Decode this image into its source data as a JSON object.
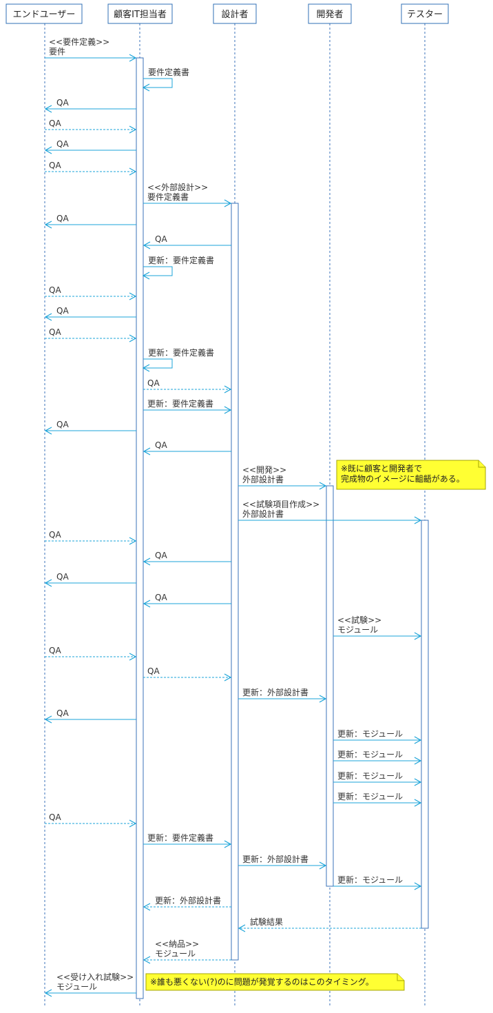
{
  "participants": [
    {
      "id": "user",
      "label": "エンドユーザー"
    },
    {
      "id": "cust",
      "label": "顧客IT担当者"
    },
    {
      "id": "des",
      "label": "設計者"
    },
    {
      "id": "dev",
      "label": "開発者"
    },
    {
      "id": "tst",
      "label": "テスター"
    }
  ],
  "messages": [
    {
      "from": "user",
      "to": "cust",
      "lines": [
        "<<要件定義>>",
        "要件"
      ],
      "style": "solid"
    },
    {
      "from": "cust",
      "to": "cust",
      "lines": [
        "要件定義書"
      ],
      "style": "self"
    },
    {
      "from": "cust",
      "to": "user",
      "lines": [
        "QA"
      ],
      "style": "solid"
    },
    {
      "from": "user",
      "to": "cust",
      "lines": [
        "QA"
      ],
      "style": "dashed"
    },
    {
      "from": "cust",
      "to": "user",
      "lines": [
        "QA"
      ],
      "style": "solid"
    },
    {
      "from": "user",
      "to": "cust",
      "lines": [
        "QA"
      ],
      "style": "dashed"
    },
    {
      "from": "cust",
      "to": "des",
      "lines": [
        "<<外部設計>>",
        "要件定義書"
      ],
      "style": "solid"
    },
    {
      "from": "cust",
      "to": "user",
      "lines": [
        "QA"
      ],
      "style": "solid"
    },
    {
      "from": "des",
      "to": "cust",
      "lines": [
        "QA"
      ],
      "style": "solid"
    },
    {
      "from": "cust",
      "to": "cust",
      "lines": [
        "更新：要件定義書"
      ],
      "style": "self"
    },
    {
      "from": "user",
      "to": "cust",
      "lines": [
        "QA"
      ],
      "style": "dashed"
    },
    {
      "from": "cust",
      "to": "user",
      "lines": [
        "QA"
      ],
      "style": "solid"
    },
    {
      "from": "user",
      "to": "cust",
      "lines": [
        "QA"
      ],
      "style": "dashed"
    },
    {
      "from": "cust",
      "to": "cust",
      "lines": [
        "更新：要件定義書"
      ],
      "style": "self"
    },
    {
      "from": "cust",
      "to": "des",
      "lines": [
        "QA"
      ],
      "style": "dashed"
    },
    {
      "from": "cust",
      "to": "des",
      "lines": [
        "更新：要件定義書"
      ],
      "style": "solid"
    },
    {
      "from": "cust",
      "to": "user",
      "lines": [
        "QA"
      ],
      "style": "solid"
    },
    {
      "from": "des",
      "to": "cust",
      "lines": [
        "QA"
      ],
      "style": "solid"
    },
    {
      "from": "des",
      "to": "dev",
      "lines": [
        "<<開発>>",
        "外部設計書"
      ],
      "style": "solid"
    },
    {
      "from": "des",
      "to": "tst",
      "lines": [
        "<<試験項目作成>>",
        "外部設計書"
      ],
      "style": "solid"
    },
    {
      "from": "user",
      "to": "cust",
      "lines": [
        "QA"
      ],
      "style": "dashed"
    },
    {
      "from": "des",
      "to": "cust",
      "lines": [
        "QA"
      ],
      "style": "solid"
    },
    {
      "from": "cust",
      "to": "user",
      "lines": [
        "QA"
      ],
      "style": "solid"
    },
    {
      "from": "des",
      "to": "cust",
      "lines": [
        "QA"
      ],
      "style": "solid"
    },
    {
      "from": "dev",
      "to": "tst",
      "lines": [
        "<<試験>>",
        "モジュール"
      ],
      "style": "solid"
    },
    {
      "from": "user",
      "to": "cust",
      "lines": [
        "QA"
      ],
      "style": "dashed"
    },
    {
      "from": "cust",
      "to": "des",
      "lines": [
        "QA"
      ],
      "style": "dashed"
    },
    {
      "from": "des",
      "to": "dev",
      "lines": [
        "更新：外部設計書"
      ],
      "style": "solid"
    },
    {
      "from": "cust",
      "to": "user",
      "lines": [
        "QA"
      ],
      "style": "solid"
    },
    {
      "from": "dev",
      "to": "tst",
      "lines": [
        "更新：モジュール"
      ],
      "style": "solid"
    },
    {
      "from": "dev",
      "to": "tst",
      "lines": [
        "更新：モジュール"
      ],
      "style": "solid"
    },
    {
      "from": "dev",
      "to": "tst",
      "lines": [
        "更新：モジュール"
      ],
      "style": "solid"
    },
    {
      "from": "dev",
      "to": "tst",
      "lines": [
        "更新：モジュール"
      ],
      "style": "solid"
    },
    {
      "from": "user",
      "to": "cust",
      "lines": [
        "QA"
      ],
      "style": "dashed"
    },
    {
      "from": "cust",
      "to": "des",
      "lines": [
        "更新：要件定義書"
      ],
      "style": "solid"
    },
    {
      "from": "des",
      "to": "dev",
      "lines": [
        "更新：外部設計書"
      ],
      "style": "solid"
    },
    {
      "from": "dev",
      "to": "tst",
      "lines": [
        "更新：モジュール"
      ],
      "style": "solid"
    },
    {
      "from": "des",
      "to": "cust",
      "lines": [
        "更新：外部設計書"
      ],
      "style": "dashed"
    },
    {
      "from": "tst",
      "to": "des",
      "lines": [
        "試験結果"
      ],
      "style": "dashed"
    },
    {
      "from": "des",
      "to": "cust",
      "lines": [
        "<<納品>>",
        "モジュール"
      ],
      "style": "dashed"
    },
    {
      "from": "cust",
      "to": "user",
      "lines": [
        "<<受け入れ試験>>",
        "モジュール"
      ],
      "style": "solid"
    }
  ],
  "notes": [
    {
      "lines": [
        "※既に顧客と開発者で",
        "完成物のイメージに齟齬がある。"
      ]
    },
    {
      "lines": [
        "※誰も悪くない(?)のに問題が発覚するのはこのタイミング。"
      ]
    }
  ],
  "colors": {
    "arrow": "#1aa3d8",
    "lifeline": "#3a72b8",
    "note": "#ffff33"
  }
}
